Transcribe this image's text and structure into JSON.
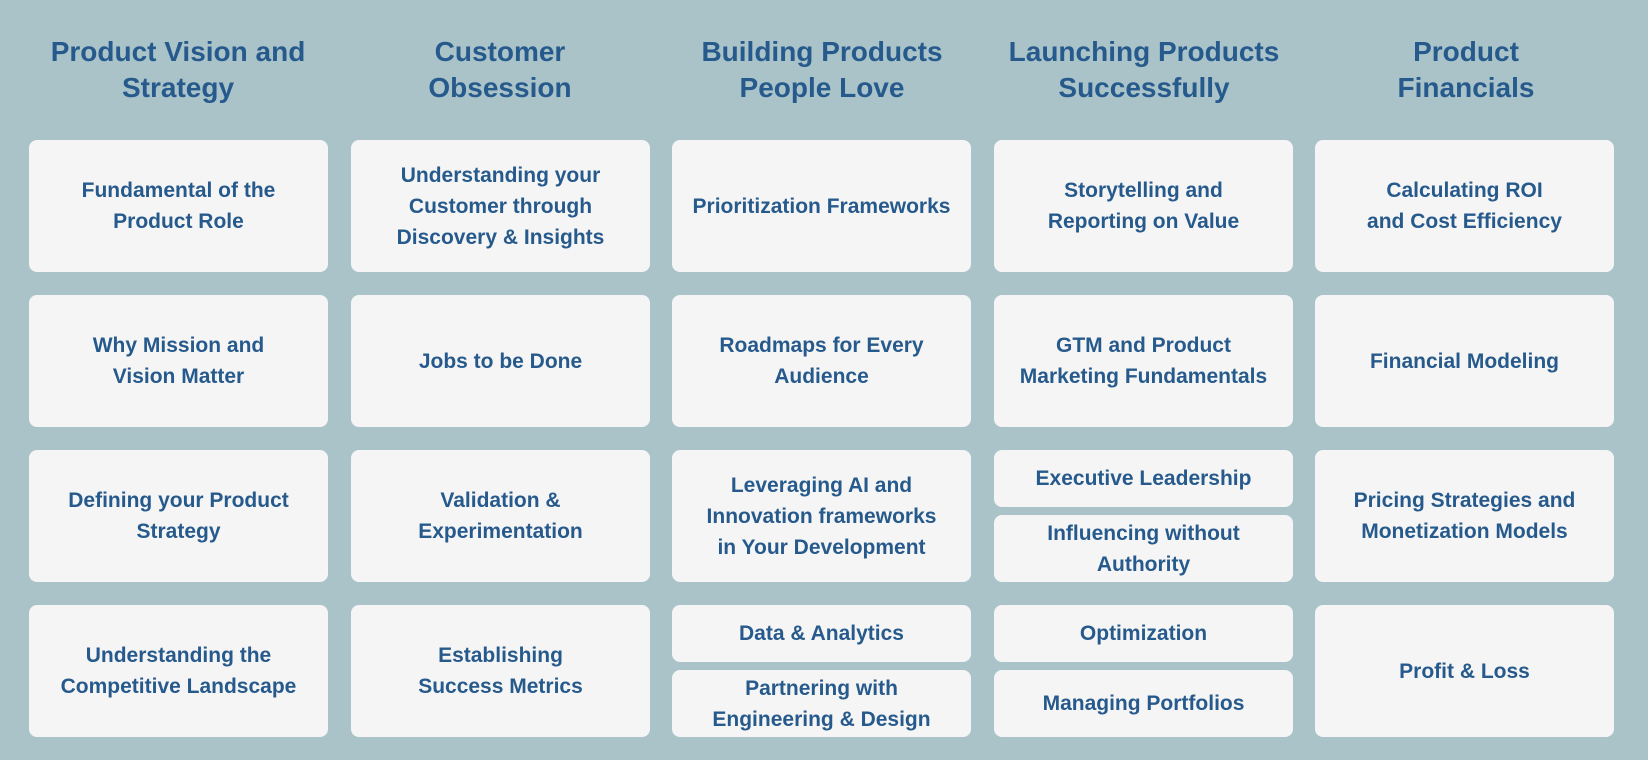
{
  "columns": [
    {
      "title": "Product Vision and\nStrategy",
      "cards": [
        "Fundamental of the\nProduct Role",
        "Why Mission and\nVision Matter",
        "Defining your Product\nStrategy",
        "Understanding the\nCompetitive Landscape"
      ]
    },
    {
      "title": "Customer\nObsession",
      "cards": [
        "Understanding your\nCustomer through\nDiscovery &  Insights",
        "Jobs to be Done",
        "Validation &\nExperimentation",
        "Establishing\nSuccess Metrics"
      ]
    },
    {
      "title": "Building Products\nPeople Love",
      "cards": [
        "Prioritization Frameworks",
        "Roadmaps for Every\nAudience",
        "Leveraging AI and\nInnovation frameworks\nin Your Development",
        "Data & Analytics",
        "Partnering with\nEngineering &  Design"
      ]
    },
    {
      "title": "Launching Products\nSuccessfully",
      "cards": [
        "Storytelling and\nReporting on Value",
        "GTM and Product\nMarketing Fundamentals",
        "Executive Leadership",
        "Influencing without\nAuthority",
        "Optimization",
        "Managing Portfolios"
      ]
    },
    {
      "title": "Product\nFinancials",
      "cards": [
        "Calculating ROI\nand Cost Efficiency",
        "Financial Modeling",
        "Pricing Strategies and\nMonetization Models",
        "Profit & Loss"
      ]
    }
  ]
}
